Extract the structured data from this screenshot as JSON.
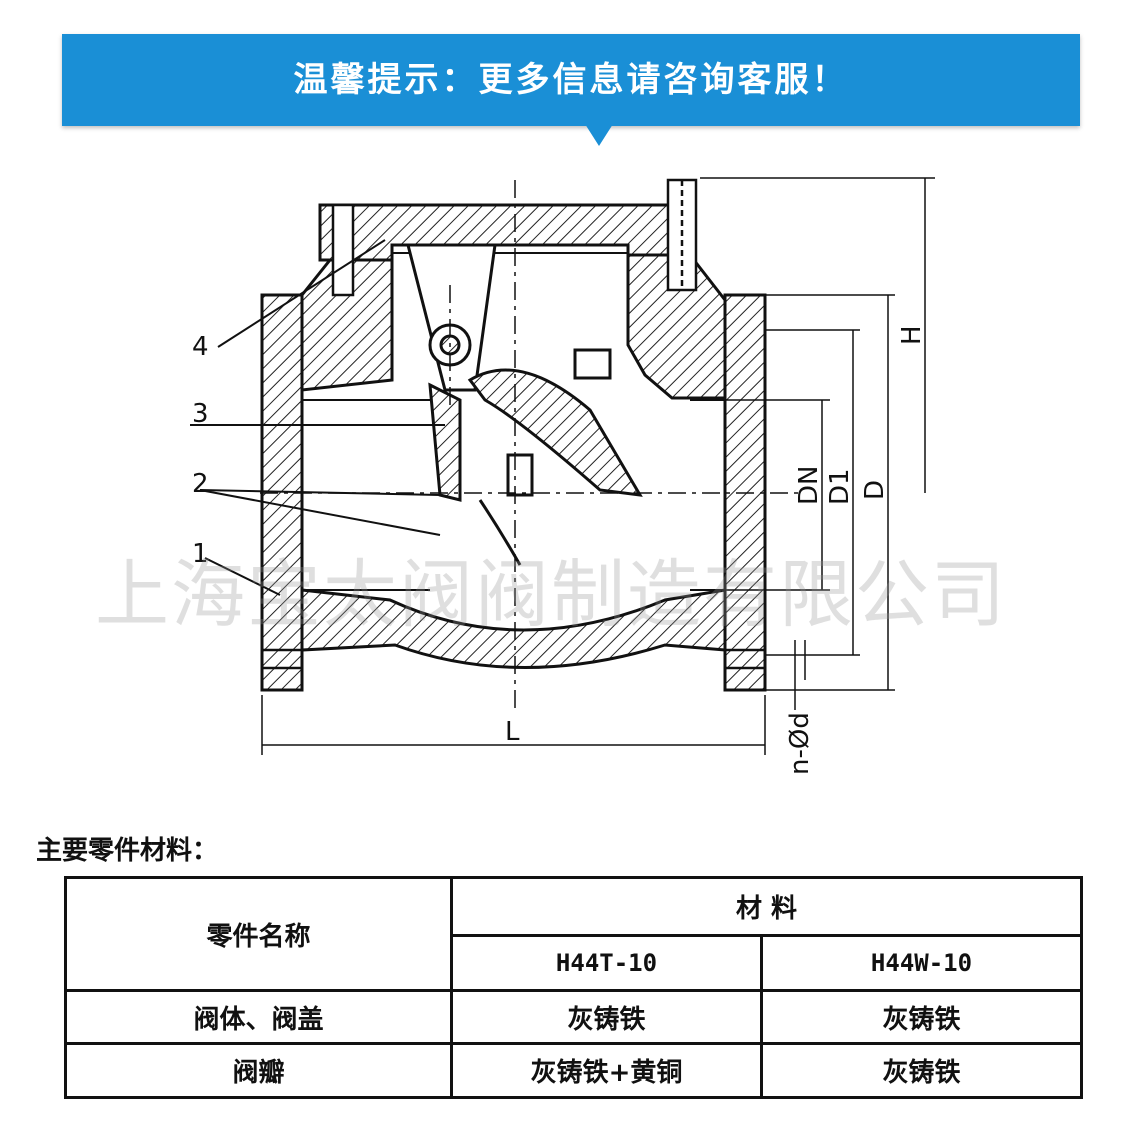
{
  "banner": {
    "text": "温馨提示：更多信息请咨询客服！",
    "color": "#1a8fd6"
  },
  "drawing": {
    "callouts": [
      "1",
      "2",
      "3",
      "4"
    ],
    "dimensions": {
      "h": "H",
      "dn": "DN",
      "d1": "D1",
      "d": "D",
      "l": "L",
      "bolt_holes": "n-Ød"
    }
  },
  "watermark": {
    "text": "上海宝太阀阀制造有限公司"
  },
  "materials": {
    "title": "主要零件材料：",
    "header_part": "零件名称",
    "header_material": "材 料",
    "models": [
      "H44T-10",
      "H44W-10"
    ],
    "rows": [
      {
        "part": "阀体、阀盖",
        "h44t": "灰铸铁",
        "h44w": "灰铸铁"
      },
      {
        "part": "阀瓣",
        "h44t": "灰铸铁+黄铜",
        "h44w": "灰铸铁"
      }
    ]
  }
}
